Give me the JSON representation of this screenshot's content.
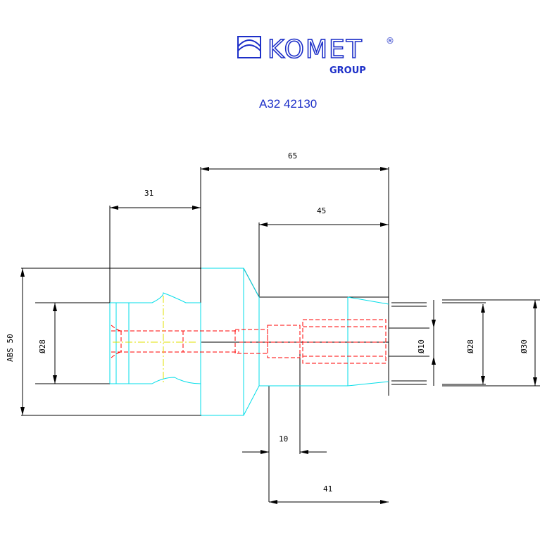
{
  "logo": {
    "brand": "KOMET",
    "registered_mark": "®",
    "group": "GROUP",
    "icon": "komet-emblem-icon"
  },
  "part_number": "A32 42130",
  "dimensions": {
    "overall_length": "65",
    "shank_length": "31",
    "front_length": "45",
    "nut_length": "41",
    "thread_depth": "10",
    "abs_size": "ABS 50",
    "left_dia": "Ø28",
    "bore_dia": "Ø10",
    "collar_dia": "Ø28",
    "outer_dia": "Ø30"
  },
  "colors": {
    "brand_blue": "#1d2fc8",
    "outline": "#000000",
    "part_edge": "#00dde8",
    "hidden": "#ff0000",
    "centerline": "#e0e000"
  }
}
